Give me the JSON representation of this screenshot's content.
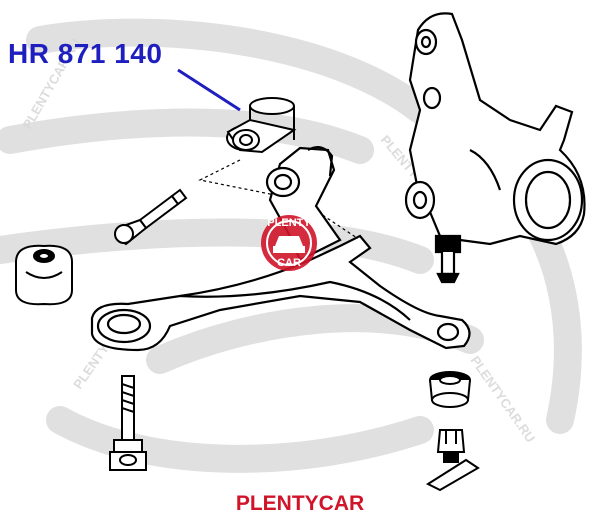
{
  "part_label": "HR 871 140",
  "brand_footer": "PLENTYCAR",
  "watermark": {
    "badge_top": "PLENTY",
    "badge_bottom": "CAR",
    "repeat_text": "PLENTYCAR.RU"
  },
  "colors": {
    "label_blue": "#1f1fbf",
    "brand_red": "#d0142a",
    "watermark_gray": "#dcdcdc",
    "line": "#000000"
  },
  "icons": {
    "leader_arrow": "arrow-icon",
    "badge": "plentycar-logo-icon"
  }
}
